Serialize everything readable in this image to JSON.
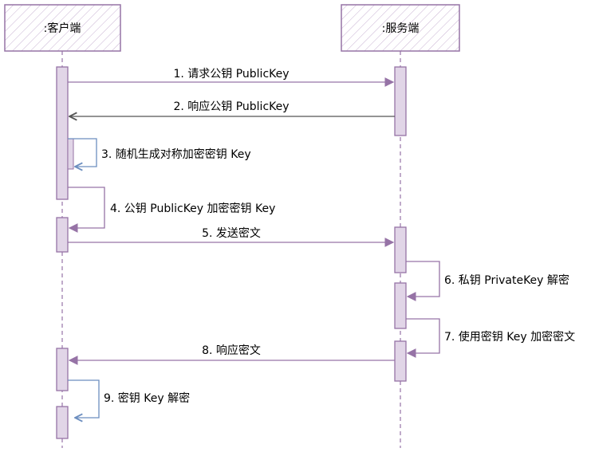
{
  "colors": {
    "frame": "#9673a6",
    "hatch": "#c9b3d3",
    "lifeline": "#9673a6",
    "activation_fill": "#e1d5e7",
    "arrow_purple": "#9673a6",
    "arrow_gray": "#555555",
    "arrow_blue": "#6c8ebf"
  },
  "participants": [
    {
      "id": "client",
      "label": ":客户端"
    },
    {
      "id": "server",
      "label": ":服务端"
    }
  ],
  "messages": [
    {
      "id": "m1",
      "label": "1. 请求公钥 PublicKey",
      "from": "client",
      "to": "server",
      "kind": "call",
      "color": "purple"
    },
    {
      "id": "m2",
      "label": "2. 响应公钥 PublicKey",
      "from": "server",
      "to": "client",
      "kind": "return",
      "color": "gray"
    },
    {
      "id": "m3",
      "label": "3. 随机生成对称加密密钥 Key",
      "from": "client",
      "to": "client",
      "kind": "self",
      "color": "blue"
    },
    {
      "id": "m4",
      "label": "4. 公钥 PublicKey 加密密钥 Key",
      "from": "client",
      "to": "client",
      "kind": "self",
      "color": "purple"
    },
    {
      "id": "m5",
      "label": "5. 发送密文",
      "from": "client",
      "to": "server",
      "kind": "call",
      "color": "purple"
    },
    {
      "id": "m6",
      "label": "6. 私钥 PrivateKey 解密",
      "from": "server",
      "to": "server",
      "kind": "self",
      "color": "purple"
    },
    {
      "id": "m7",
      "label": "7. 使用密钥 Key 加密密文",
      "from": "server",
      "to": "server",
      "kind": "self",
      "color": "purple"
    },
    {
      "id": "m8",
      "label": "8. 响应密文",
      "from": "server",
      "to": "client",
      "kind": "return",
      "color": "purple"
    },
    {
      "id": "m9",
      "label": "9. 密钥 Key 解密",
      "from": "client",
      "to": "client",
      "kind": "self",
      "color": "blue"
    }
  ]
}
